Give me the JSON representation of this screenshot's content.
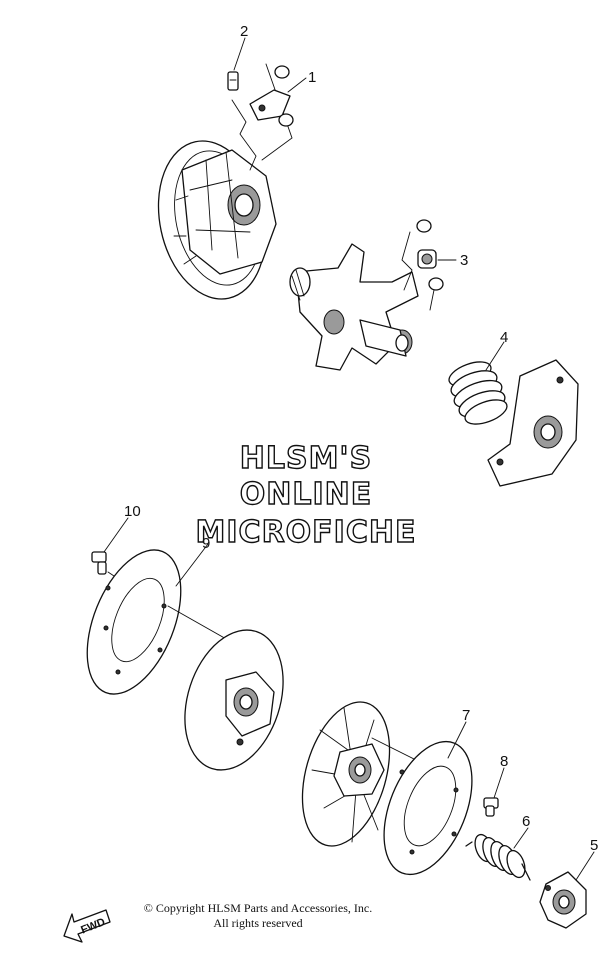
{
  "watermark": {
    "line1": "HLSM'S",
    "line2": "ONLINE",
    "line3": "MICROFICHE"
  },
  "callouts": [
    "1",
    "2",
    "3",
    "4",
    "5",
    "6",
    "7",
    "8",
    "9",
    "10"
  ],
  "copyright": {
    "line1": "© Copyright HLSM Parts and Accessories, Inc.",
    "line2": "All rights reserved"
  },
  "direction_label": "FWD"
}
